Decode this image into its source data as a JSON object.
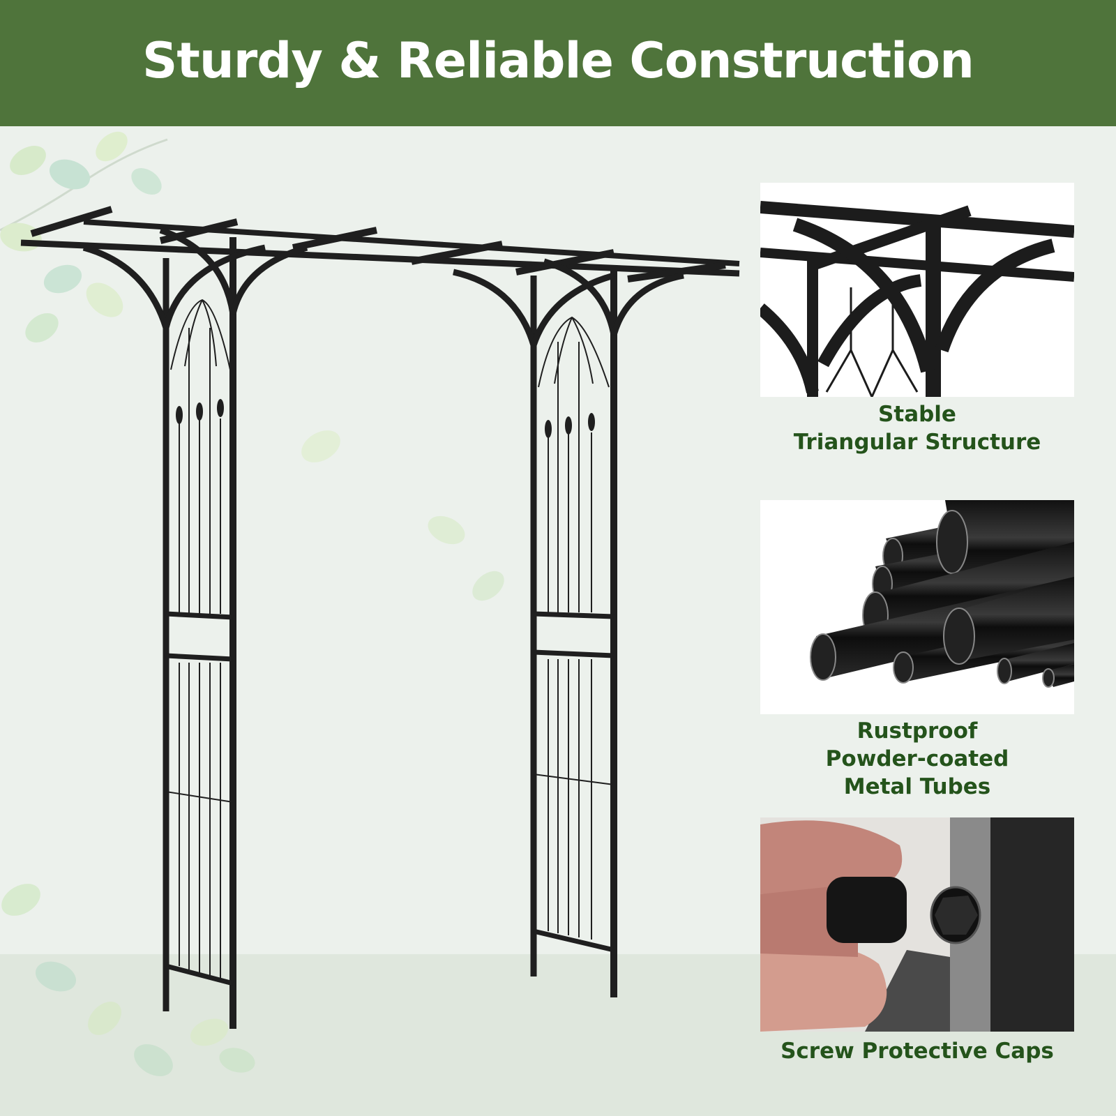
{
  "header": {
    "title": "Sturdy & Reliable Construction",
    "background_color": "#4f743b"
  },
  "hero": {
    "image_subject": "black metal garden arch with trellis side panels",
    "background_decoration": "faded green leaf branches"
  },
  "features": [
    {
      "image_subject": "close-up of arch top triangular bracing",
      "caption_lines": [
        "Stable",
        "Triangular Structure"
      ]
    },
    {
      "image_subject": "stack of black metal tubes",
      "caption_lines": [
        "Rustproof",
        "Powder-coated",
        "Metal Tubes"
      ]
    },
    {
      "image_subject": "fingers placing black cap onto screw head",
      "caption_lines": [
        "Screw Protective Caps"
      ]
    }
  ],
  "colors": {
    "background": "#ecf1ec",
    "floor": "#dfe7dd",
    "caption_text": "#24531b",
    "metal": "#1f1f1f"
  }
}
